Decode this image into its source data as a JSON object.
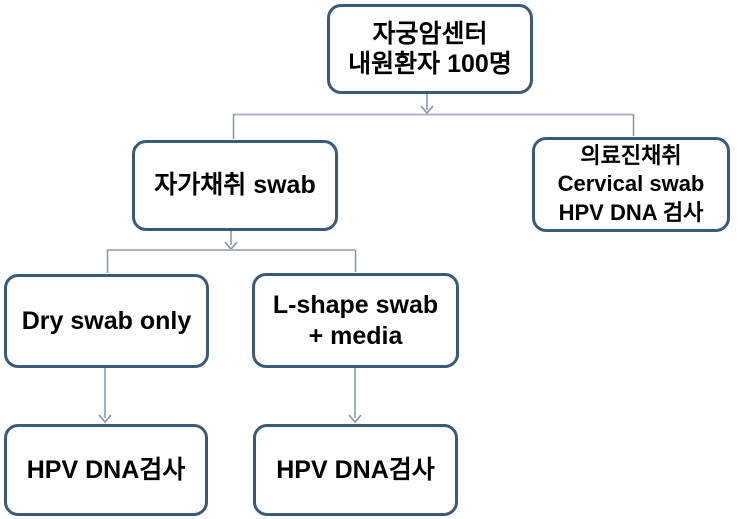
{
  "colors": {
    "box_border": "#3a5a7a",
    "box_fill": "#ffffff",
    "text": "#000000",
    "connector_line": "#8094b0",
    "connector_bus": "#a9b3c3",
    "background": "#ffffff"
  },
  "nodes": {
    "root": {
      "lines": [
        "자궁암센터",
        "내원환자 100명"
      ]
    },
    "self_swab": {
      "lines": [
        "자가채취 swab"
      ]
    },
    "clinician_swab": {
      "lines": [
        "의료진채취",
        "Cervical swab",
        "HPV DNA 검사"
      ]
    },
    "dry_swab": {
      "lines": [
        "Dry swab only"
      ]
    },
    "lshape_swab": {
      "lines": [
        "L-shape swab",
        "+ media"
      ]
    },
    "hpv_test_left": {
      "lines": [
        "HPV DNA검사"
      ]
    },
    "hpv_test_mid": {
      "lines": [
        "HPV DNA검사"
      ]
    }
  }
}
